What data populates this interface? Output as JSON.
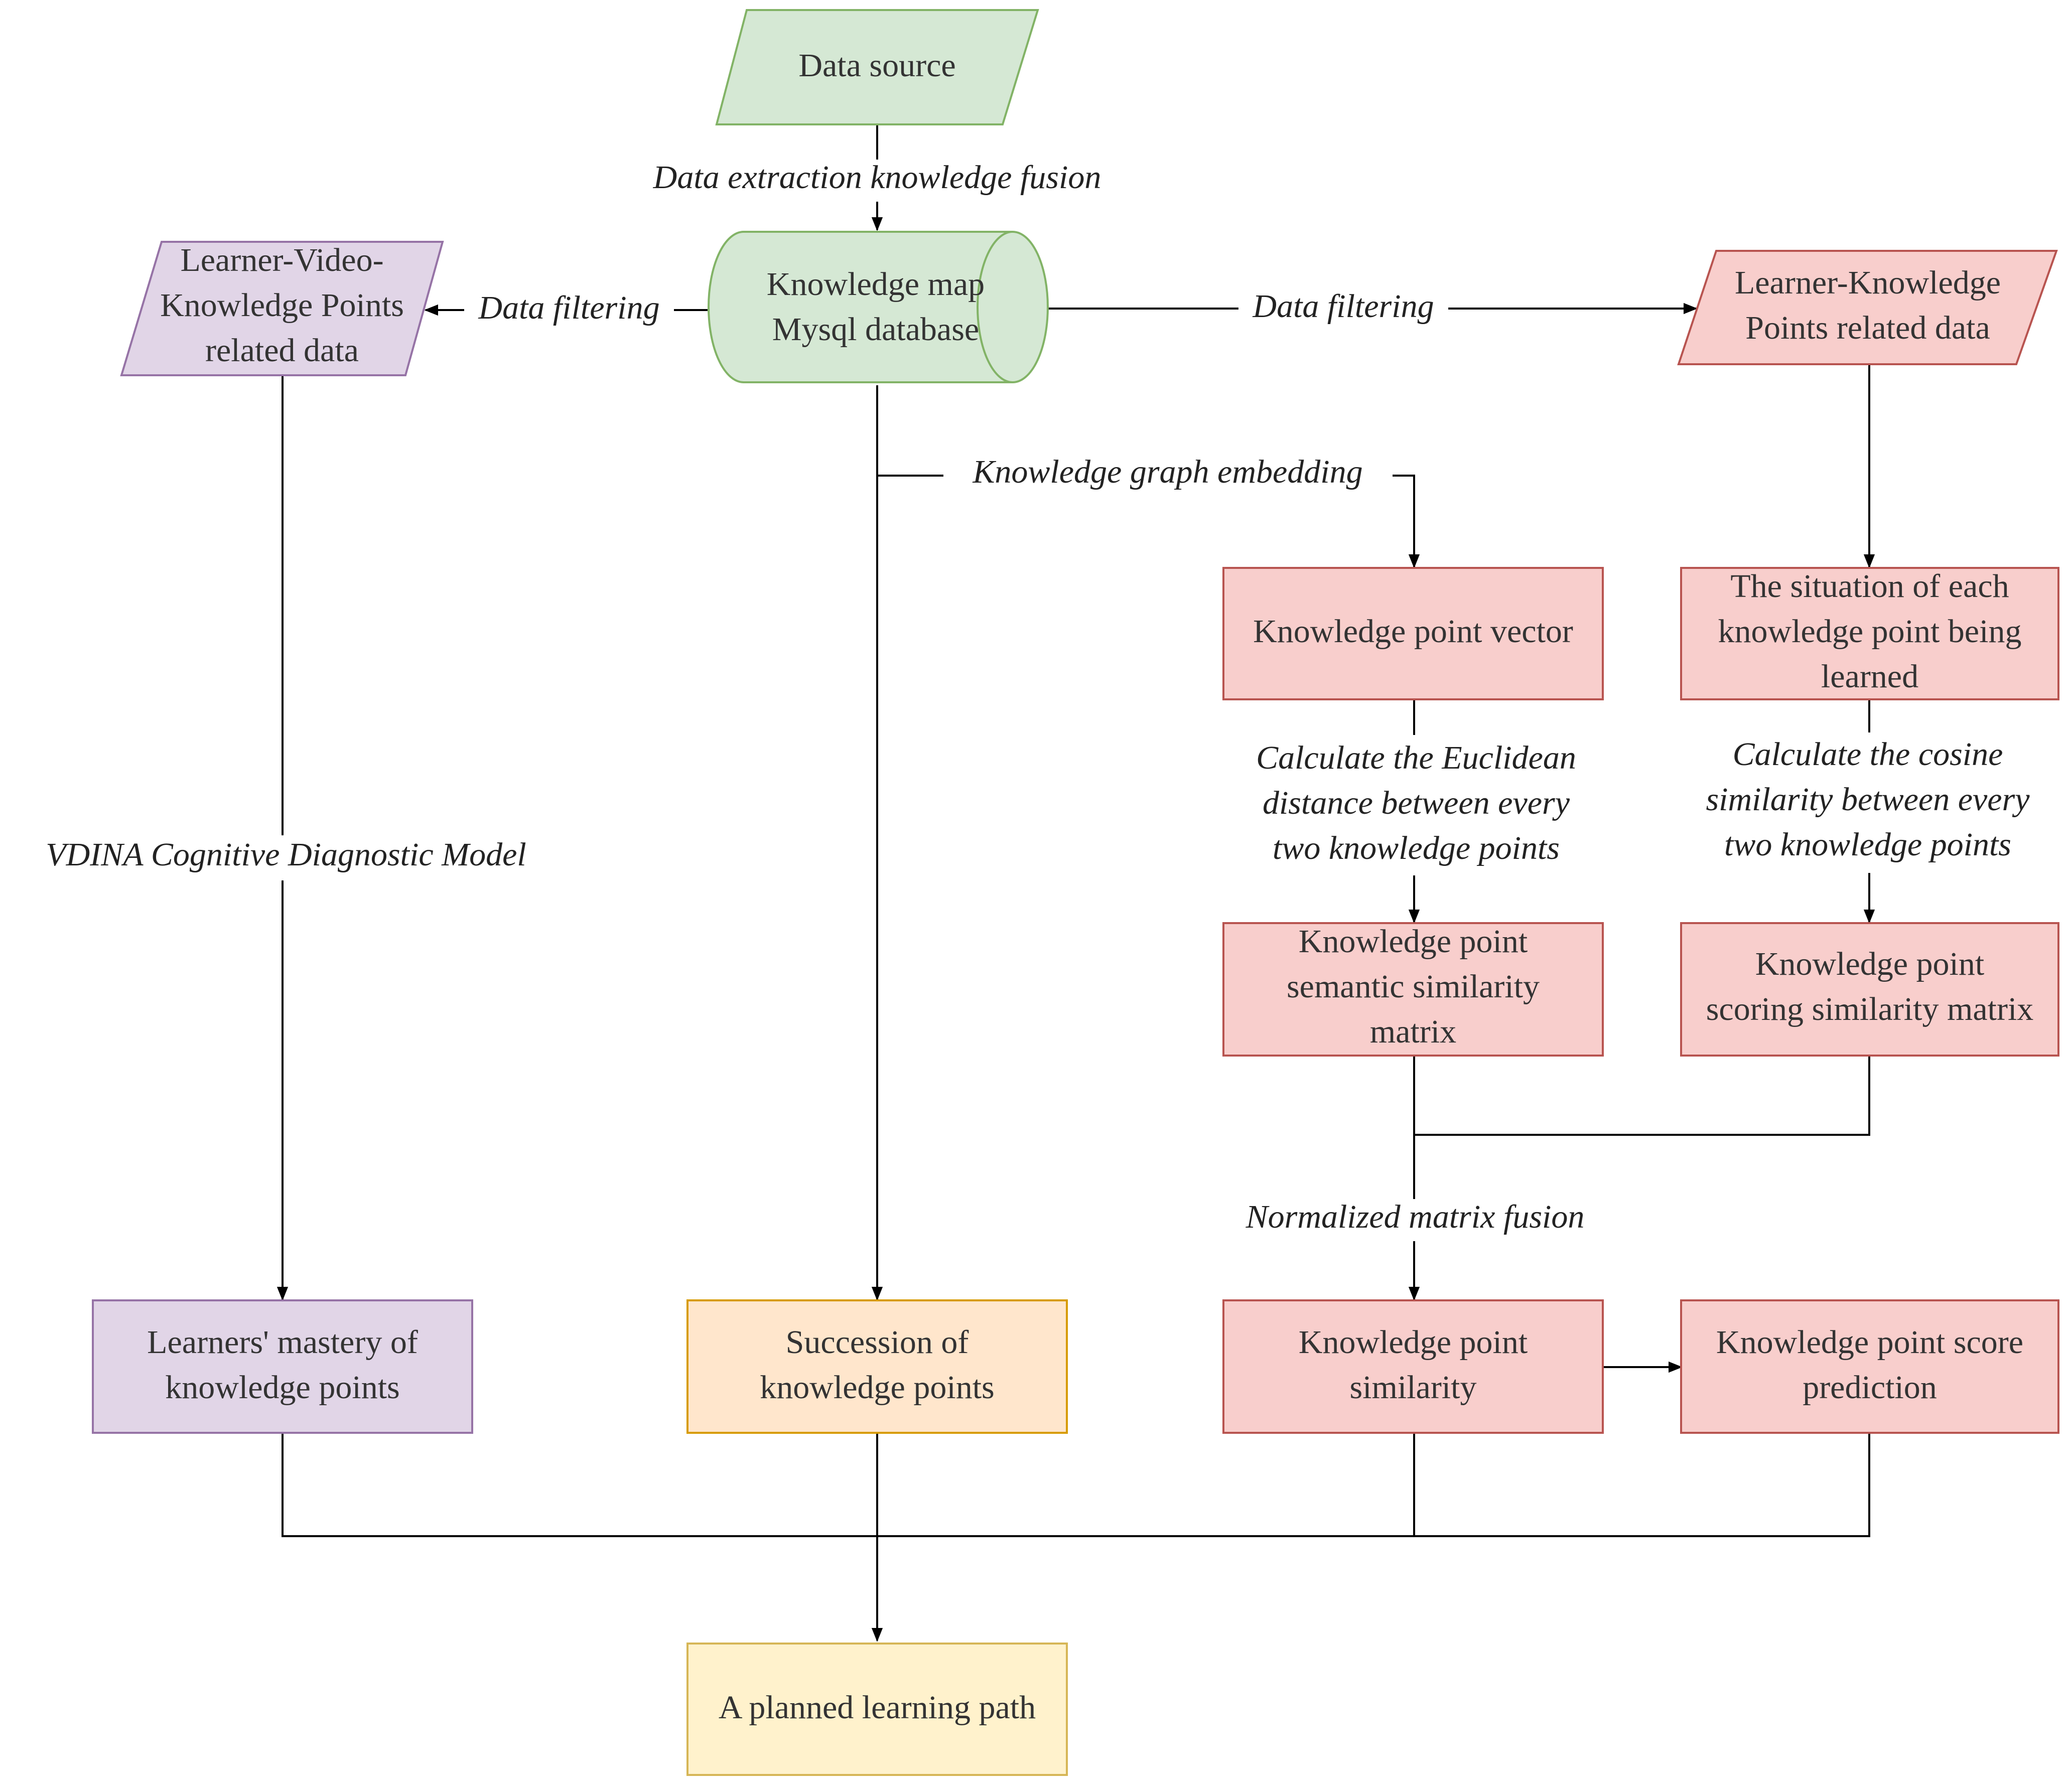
{
  "nodes": {
    "data_source": {
      "lines": [
        "Data source"
      ],
      "fill": "#d5e8d4",
      "stroke": "#82b366"
    },
    "knowledge_map_db": {
      "lines": [
        "Knowledge map",
        "Mysql database"
      ],
      "fill": "#d5e8d4",
      "stroke": "#82b366"
    },
    "learner_video_data": {
      "lines": [
        "Learner-Video-",
        "Knowledge Points",
        "related data"
      ],
      "fill": "#e1d5e7",
      "stroke": "#9673a6"
    },
    "learner_knowledge_data": {
      "lines": [
        "Learner-Knowledge",
        "Points related data"
      ],
      "fill": "#f8cecc",
      "stroke": "#b85450"
    },
    "kp_vector": {
      "lines": [
        "Knowledge point vector"
      ],
      "fill": "#f8cecc",
      "stroke": "#b85450"
    },
    "kp_learned_situation": {
      "lines": [
        "The situation of each",
        "knowledge point being",
        "learned"
      ],
      "fill": "#f8cecc",
      "stroke": "#b85450"
    },
    "kp_semantic_matrix": {
      "lines": [
        "Knowledge point",
        "semantic similarity",
        "matrix"
      ],
      "fill": "#f8cecc",
      "stroke": "#b85450"
    },
    "kp_scoring_matrix": {
      "lines": [
        "Knowledge point",
        "scoring similarity matrix"
      ],
      "fill": "#f8cecc",
      "stroke": "#b85450"
    },
    "learners_mastery": {
      "lines": [
        "Learners' mastery of",
        "knowledge points"
      ],
      "fill": "#e1d5e7",
      "stroke": "#9673a6"
    },
    "succession": {
      "lines": [
        "Succession of",
        "knowledge points"
      ],
      "fill": "#ffe6cc",
      "stroke": "#d79b00"
    },
    "kp_similarity": {
      "lines": [
        "Knowledge point",
        "similarity"
      ],
      "fill": "#f8cecc",
      "stroke": "#b85450"
    },
    "kp_score_prediction": {
      "lines": [
        "Knowledge point score",
        "prediction"
      ],
      "fill": "#f8cecc",
      "stroke": "#b85450"
    },
    "planned_path": {
      "lines": [
        "A planned learning path"
      ],
      "fill": "#fff2cc",
      "stroke": "#d6b656"
    }
  },
  "edge_labels": {
    "data_extraction": [
      "Data extraction knowledge fusion"
    ],
    "data_filtering_left": [
      "Data filtering"
    ],
    "data_filtering_right": [
      "Data filtering"
    ],
    "kg_embedding": [
      "Knowledge graph embedding"
    ],
    "vdina": [
      "VDINA Cognitive Diagnostic Model"
    ],
    "euclidean": [
      "Calculate the Euclidean",
      "distance between every",
      "two knowledge points"
    ],
    "cosine": [
      "Calculate the cosine",
      "similarity between every",
      "two knowledge points"
    ],
    "normalized_fusion": [
      "Normalized matrix fusion"
    ]
  }
}
